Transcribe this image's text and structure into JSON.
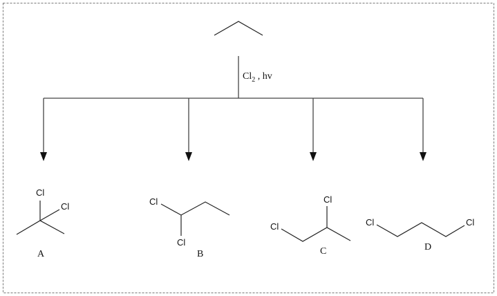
{
  "reaction": {
    "reagent": "Cl",
    "reagent_subscript": "2",
    "conditions": " , hv"
  },
  "atoms": {
    "chlorine": "Cl"
  },
  "products": [
    {
      "label": "A"
    },
    {
      "label": "B"
    },
    {
      "label": "C"
    },
    {
      "label": "D"
    }
  ]
}
